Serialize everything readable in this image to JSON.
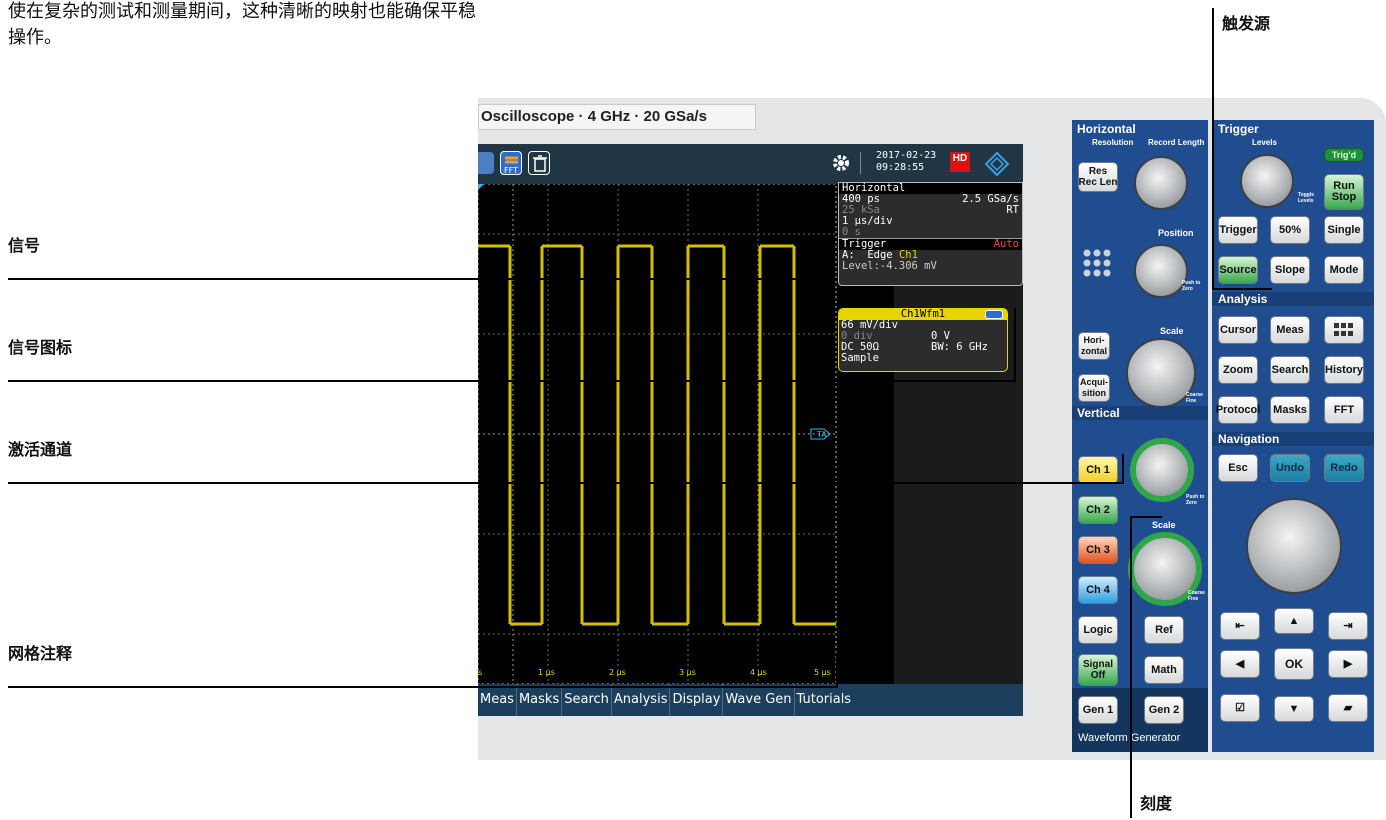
{
  "intro": {
    "line1": "使在复杂的测试和测量期间，这种清晰的映射也能确保平稳",
    "line2": "操作。"
  },
  "callouts": {
    "signal": "信号",
    "signal_icon": "信号图标",
    "active_channel": "激活通道",
    "grid_annotation": "网格注释",
    "trigger_source": "触发源",
    "scale": "刻度"
  },
  "instrument": {
    "title": "Oscilloscope · 4 GHz · 20 GSa/s"
  },
  "screen": {
    "date": "2017-02-23",
    "time": "09:28:55",
    "hd_badge": "HD",
    "horizontal": {
      "header": "Horizontal",
      "resolution": "400 ps",
      "sample_rate": "2.5 GSa/s",
      "record_length": "25 kSa",
      "mode": "RT",
      "time_scale": "1 µs/div",
      "position": "0 s"
    },
    "trigger": {
      "header": "Trigger",
      "mode": "Auto",
      "type_label": "A:",
      "type": "Edge",
      "source": "Ch1",
      "level": "Level:-4.306 mV"
    },
    "channel": {
      "name": "Ch1Wfm1",
      "scale": "66 mV/div",
      "offset_div": "0 div",
      "offset_v": "0 V",
      "coupling": "DC 50Ω",
      "bandwidth": "BW: 6 GHz",
      "acquisition": "Sample"
    },
    "grid_labels": [
      "s",
      "1 µs",
      "2 µs",
      "3 µs",
      "4 µs",
      "5 µs"
    ],
    "trigger_marker": "TA",
    "menu": [
      "Meas",
      "Masks",
      "Search",
      "Analysis",
      "Display",
      "Wave Gen",
      "Tutorials"
    ]
  },
  "horizontal_panel": {
    "title": "Horizontal",
    "resolution": "Resolution",
    "record_length": "Record Length",
    "res_btn": "Res\nRec Len",
    "position": "Position",
    "push_zero": "Push to Zero",
    "hori_btn": "Hori-\nzontal",
    "acq_btn": "Acqui-\nsition",
    "scale": "Scale",
    "coarse_fine": "Coarse Fine"
  },
  "vertical_panel": {
    "title": "Vertical",
    "scale": "Scale",
    "push_zero": "Push to Zero",
    "coarse_fine": "Coarse Fine",
    "ch1": "Ch 1",
    "ch2": "Ch 2",
    "ch3": "Ch 3",
    "ch4": "Ch 4",
    "logic": "Logic",
    "ref": "Ref",
    "signal_off": "Signal\nOff",
    "math": "Math",
    "gen1": "Gen 1",
    "gen2": "Gen 2",
    "waveform_generator": "Waveform Generator"
  },
  "trigger_panel": {
    "title": "Trigger",
    "levels": "Levels",
    "trigd": "Trig'd",
    "run_stop": "Run\nStop",
    "toggle_levels": "Toggle Levels",
    "trigger": "Trigger",
    "fifty": "50%",
    "single": "Single",
    "source": "Source",
    "slope": "Slope",
    "mode": "Mode"
  },
  "analysis_panel": {
    "title": "Analysis",
    "cursor": "Cursor",
    "meas": "Meas",
    "zoom": "Zoom",
    "search": "Search",
    "history": "History",
    "protocol": "Protocol",
    "masks": "Masks",
    "fft": "FFT"
  },
  "navigation_panel": {
    "title": "Navigation",
    "esc": "Esc",
    "undo": "Undo",
    "redo": "Redo",
    "ok": "OK"
  },
  "colors": {
    "panel": "#1f4d8f",
    "screen_bar": "#213645",
    "waveform": "#e8d400",
    "ch1": "#f0d020",
    "ch2": "#38a84a",
    "ch3": "#e0531c",
    "ch4": "#2f9fe0"
  }
}
